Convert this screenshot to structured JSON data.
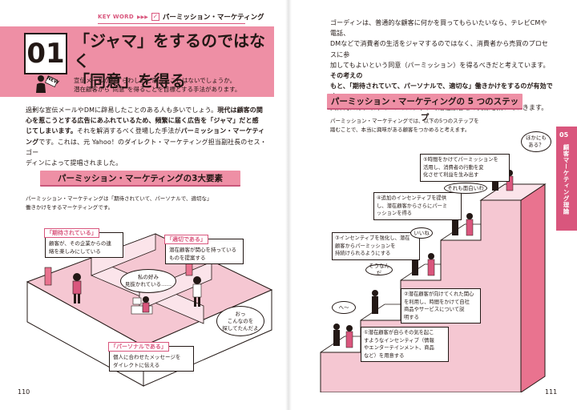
{
  "header": {
    "keyword_label": "KEY WORD",
    "keyword_arrows": "▶▶▶",
    "check_mark": "✓",
    "keyword_title": "パーミッション・マーケティング"
  },
  "hero": {
    "number": "01",
    "new_badge": "NEW",
    "title_line1": "「ジャマ」をするのではなく",
    "title_line2": "「同意」を得る",
    "subtitle_line1": "宣伝メールがわずらわしいと思ったことはないでしょうか。",
    "subtitle_line2": "潜在顧客から\"同意\"を得ることを目標とする手法があります。"
  },
  "left_body": {
    "line1": "過剰な宣伝メールやDMに辟易したことのある人も多いでしょう。",
    "line1_bold": "現代は顧客の関",
    "line2_bold": "心を惹こうとする広告にあふれているため、頻繁に届く広告を「ジャマ」だと感",
    "line3_bold": "じてしまいます。",
    "line3": "それを解消するべく登場した手法が",
    "line3_bold2": "パーミッション・マーケティ",
    "line4_bold": "ング",
    "line4": "です。これは、元 Yahoo！のダイレクト・マーケティング担当副社長のセス・ゴー",
    "line5": "ディンによって提唱されました。"
  },
  "left_section": {
    "title": "パーミッション・マーケティングの3大要素",
    "desc_line1": "パーミッション・マーケティングは「期待されていて、パーソナルで、適切な」",
    "desc_line2": "働きかけをするマーケティングです。"
  },
  "left_callouts": {
    "expected_head": "「期待されている」",
    "expected_line1": "顧客が、その企業からの連",
    "expected_line2": "絡を楽しみにしている",
    "appropriate_head": "「適切である」",
    "appropriate_line1": "潜在顧客が関心を持っている",
    "appropriate_line2": "ものを提案する",
    "personal_head": "「パーソナルである」",
    "personal_line1": "個人に合わせたメッセージを",
    "personal_line2": "ダイレクトに伝える",
    "bubble_mine_line1": "私の好み",
    "bubble_mine_line2": "見抜かれている……",
    "bubble_oh_line1": "おっ",
    "bubble_oh_line2": "こんなのを",
    "bubble_oh_line3": "探してたんだよ"
  },
  "right_body": {
    "line1": "ゴーディンは、普通的な顧客に何かを買ってもらいたいなら、テレビCMや電話、",
    "line2": "DMなどで消費者の生活をジャマするのではなく、消費者から売買のプロセスに参",
    "line3": "加してもよいという同意（パーミッション）を得るべきだと考えています。",
    "line3_bold": "その考えの",
    "line4_bold": "もと、「期待されていて、パーソナルで、適切な」働きかけをするのが有効です。",
    "line5": "具体的には、以下の5つのステップで潜在顧客との関係を築いていきます。"
  },
  "right_section": {
    "title": "パーミッション・マーケティングの 5 つのステップ",
    "desc_line1": "パーミッション・マーケティングでは、以下の5つのステップを",
    "desc_line2": "踏むことで、本当に興味がある顧客をつかめると考えます。"
  },
  "side_tab": {
    "number": "05",
    "label": "顧客マーケティング理論"
  },
  "steps": {
    "s5_line1": "⑤時間をかけてパーミッションを",
    "s5_line2": "活用し、消費者の行動を変",
    "s5_line3": "化させて利益を生み出す",
    "s4_line1": "④追加のインセンティブを提供",
    "s4_line2": "し、潜在顧客からさらにパーミ",
    "s4_line3": "ッションを得る",
    "s3_line1": "③インセンティブを強化し、潜在",
    "s3_line2": "顧客からパーミッションを",
    "s3_line3": "持続けられるようにする",
    "s2_line1": "②潜在顧客が向けてくれた関心",
    "s2_line2": "を利用し、時間をかけて自社",
    "s2_line3": "商品やサービスについて説",
    "s2_line4": "明する",
    "s1_line1": "①潜在顧客が自らその気を起こ",
    "s1_line2": "すようなインセンティブ（情報",
    "s1_line3": "やエンターテインメント、商品",
    "s1_line4": "など）を用意する"
  },
  "right_bubbles": {
    "hoka": "ほかにも\nある？",
    "soremo": "それも面白いわ",
    "iine": "いいね",
    "sounanda": "そうなんだ",
    "hee": "へ～"
  },
  "pages": {
    "left": "110",
    "right": "111"
  },
  "colors": {
    "pink": "#ee8fa5",
    "dark_pink": "#d9567d",
    "ink": "#231815"
  }
}
